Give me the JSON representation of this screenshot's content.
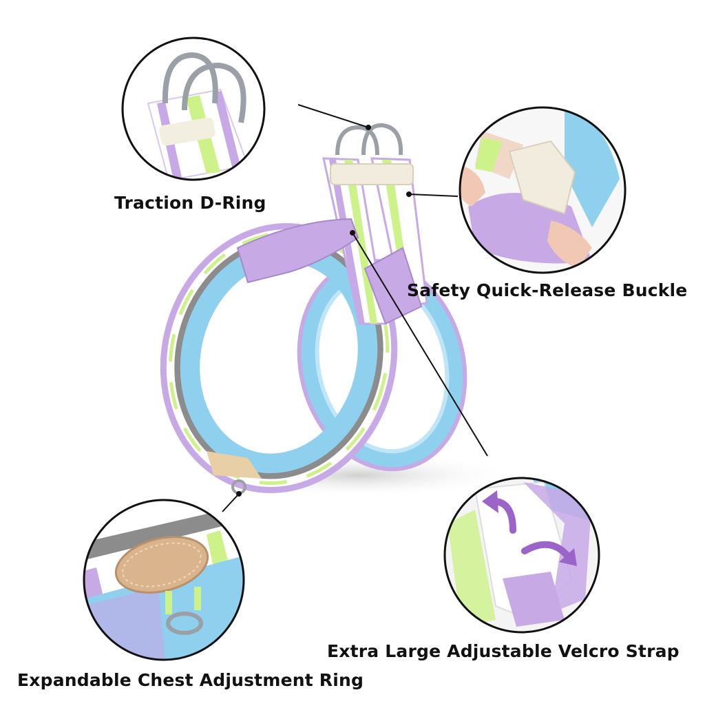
{
  "callouts": {
    "d_ring": "Traction D-Ring",
    "buckle": "Safety Quick-Release Buckle",
    "velcro": "Extra Large Adjustable Velcro Strap",
    "chest_ring": "Expandable Chest Adjustment Ring"
  },
  "colors": {
    "lavender": "#c7a9e6",
    "purple_arrow": "#9a64c8",
    "sky_blue": "#8ed0ee",
    "lime_stripe": "#cdf28a",
    "reflective_gray": "#8c8c8c",
    "tan_patch": "#d9b48c",
    "metal": "#9aa0a6"
  }
}
